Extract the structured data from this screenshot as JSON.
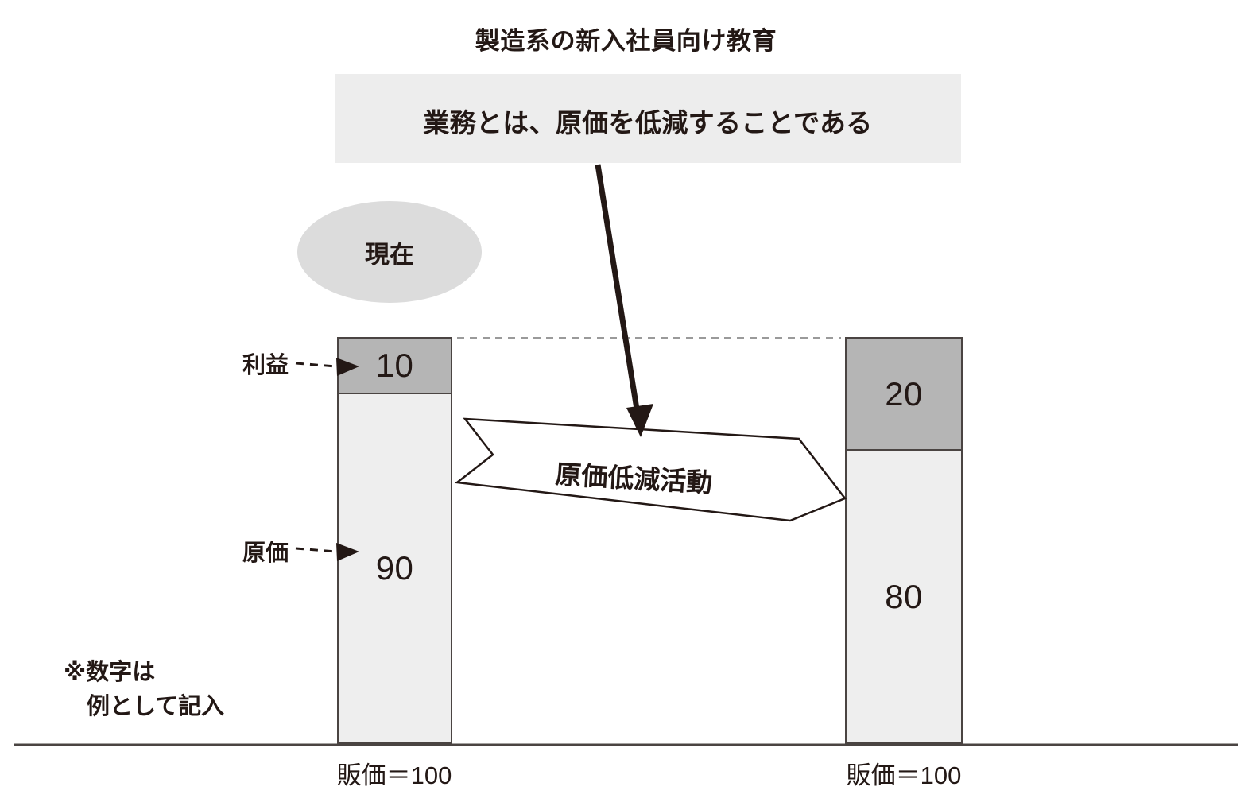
{
  "page": {
    "title": "製造系の新入社員向け教育",
    "background": "#ffffff",
    "text_color": "#231815"
  },
  "statement": {
    "text": "業務とは、原価を低減することである",
    "background": "#ededed"
  },
  "current_state": {
    "label": "現在",
    "fill": "#dcdcdc"
  },
  "callouts": {
    "profit_label": "利益",
    "cost_label": "原価"
  },
  "activity_arrow": {
    "label": "原価低減活動",
    "fill": "#ffffff",
    "stroke": "#231815"
  },
  "footnote": {
    "text": "※数字は\n　例として記入"
  },
  "axis": {
    "left_label": "販価＝100",
    "right_label": "販価＝100"
  },
  "colors": {
    "profit_fill": "#b5b5b5",
    "cost_fill": "#eeeeee",
    "bar_stroke": "#4a4442",
    "baseline": "#4a4442",
    "connector_dash": "#9a9a9a"
  },
  "chart_data": {
    "type": "bar",
    "title": "製造系の新入社員向け教育",
    "subtitle": "業務とは、原価を低減することである",
    "stacked": true,
    "categories": [
      "販価＝100",
      "販価＝100"
    ],
    "category_states": [
      "現在",
      ""
    ],
    "series": [
      {
        "name": "利益",
        "values": [
          10,
          20
        ],
        "color": "#b5b5b5"
      },
      {
        "name": "原価",
        "values": [
          90,
          80
        ],
        "color": "#eeeeee"
      }
    ],
    "total": 100,
    "ylim": [
      0,
      100
    ],
    "grid": false,
    "legend": "none",
    "annotations": [
      "業務とは、原価を低減することである",
      "原価低減活動",
      "※数字は 例として記入"
    ],
    "xlabel": "",
    "ylabel": ""
  },
  "bars": [
    {
      "name": "current",
      "segments": [
        {
          "key": "profit",
          "value": "10",
          "pct": 10
        },
        {
          "key": "cost",
          "value": "90",
          "pct": 90
        }
      ]
    },
    {
      "name": "target",
      "segments": [
        {
          "key": "profit",
          "value": "20",
          "pct": 20
        },
        {
          "key": "cost",
          "value": "80",
          "pct": 80
        }
      ]
    }
  ]
}
